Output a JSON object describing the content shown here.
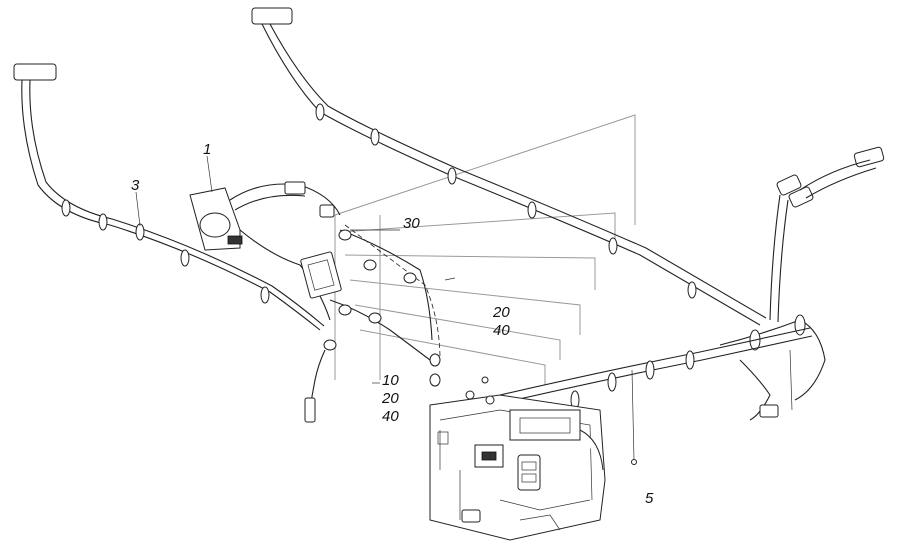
{
  "diagram": {
    "callouts": {
      "item_1": "1",
      "item_3": "3",
      "item_5": "5",
      "label_30": "30",
      "label_20a": "20",
      "label_40a": "40",
      "label_10": "10",
      "label_20b": "20",
      "label_40b": "40"
    },
    "colors": {
      "line": "#222222",
      "watermark": "#999999",
      "background": "#ffffff"
    }
  }
}
